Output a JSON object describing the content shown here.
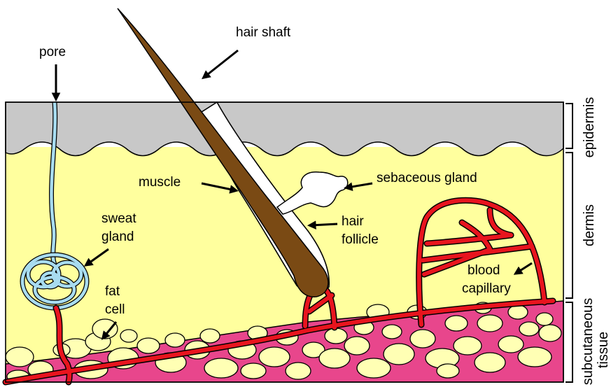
{
  "labels": {
    "pore": "pore",
    "hair_shaft": "hair shaft",
    "muscle": "muscle",
    "sebaceous_gland": "sebaceous gland",
    "sweat_gland_1": "sweat",
    "sweat_gland_2": "gland",
    "hair_follicle_1": "hair",
    "hair_follicle_2": "follicle",
    "fat_cell_1": "fat",
    "fat_cell_2": "cell",
    "blood_capillary_1": "blood",
    "blood_capillary_2": "capillary"
  },
  "layers": {
    "epidermis": "epidermis",
    "dermis": "dermis",
    "subcutaneous_1": "subcutaneous",
    "subcutaneous_2": "tissue"
  },
  "colors": {
    "epidermis": "#c8c8c8",
    "dermis": "#ffff9e",
    "subcutaneous": "#e8468c",
    "fat": "#ffffb4",
    "blood": "#e8141e",
    "hair": "#7a4a14",
    "sweat_duct": "#a8dcf0",
    "gland": "#ffffff",
    "outline": "#000000"
  }
}
